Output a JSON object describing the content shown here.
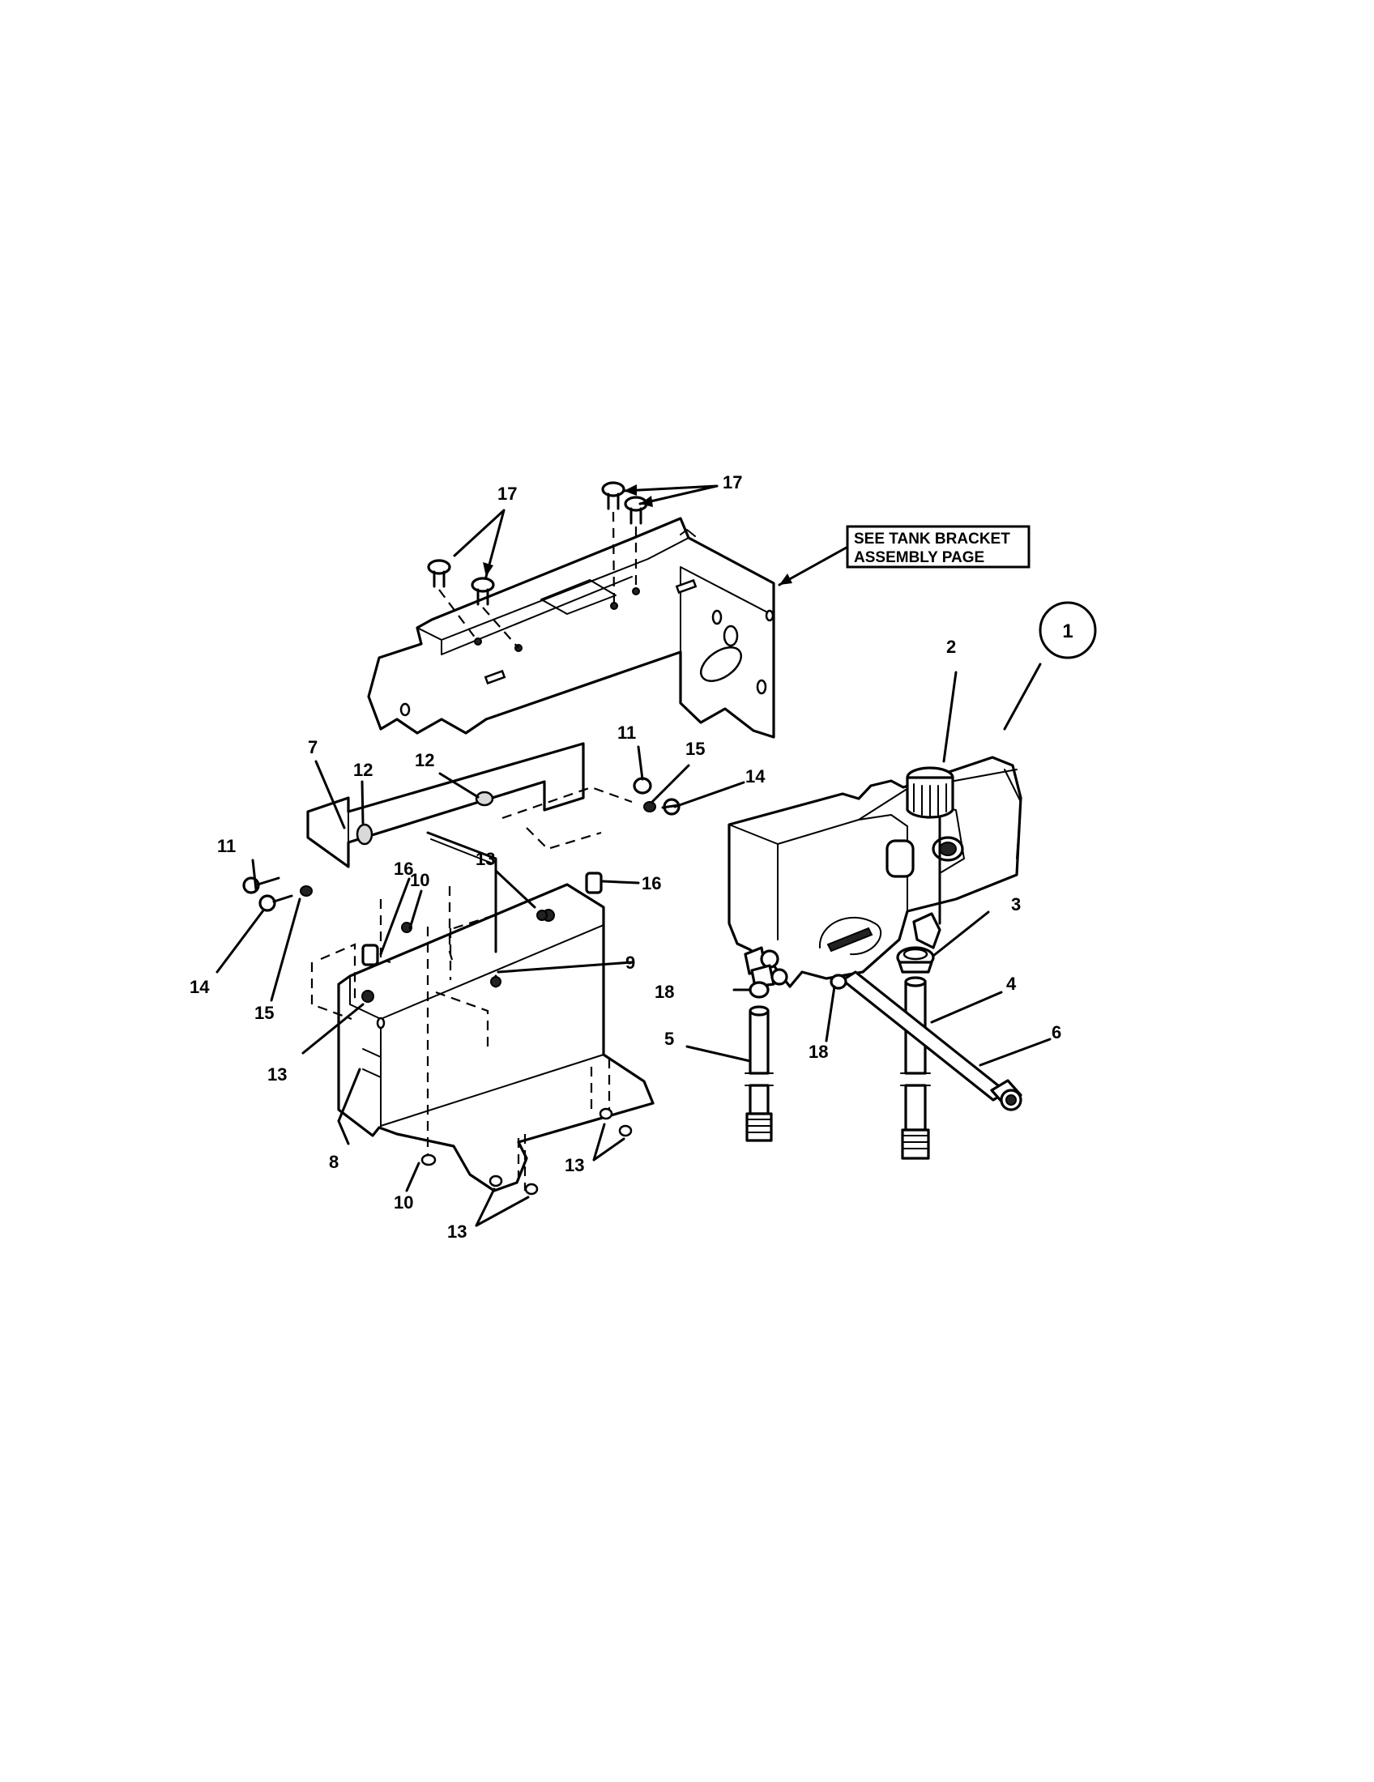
{
  "note": {
    "line1": "SEE TANK BRACKET",
    "line2": "ASSEMBLY PAGE"
  },
  "reference_circle": "1",
  "callouts": {
    "c17a": "17",
    "c17b": "17",
    "c2": "2",
    "c3": "3",
    "c4": "4",
    "c5": "5",
    "c6": "6",
    "c7": "7",
    "c8": "8",
    "c9": "9",
    "c10a": "10",
    "c10b": "10",
    "c11a": "11",
    "c11b": "11",
    "c12a": "12",
    "c12b": "12",
    "c13a": "13",
    "c13b": "13",
    "c13c": "13",
    "c13d": "13",
    "c14a": "14",
    "c14b": "14",
    "c15a": "15",
    "c15b": "15",
    "c16a": "16",
    "c16b": "16",
    "c18a": "18",
    "c18b": "18"
  }
}
